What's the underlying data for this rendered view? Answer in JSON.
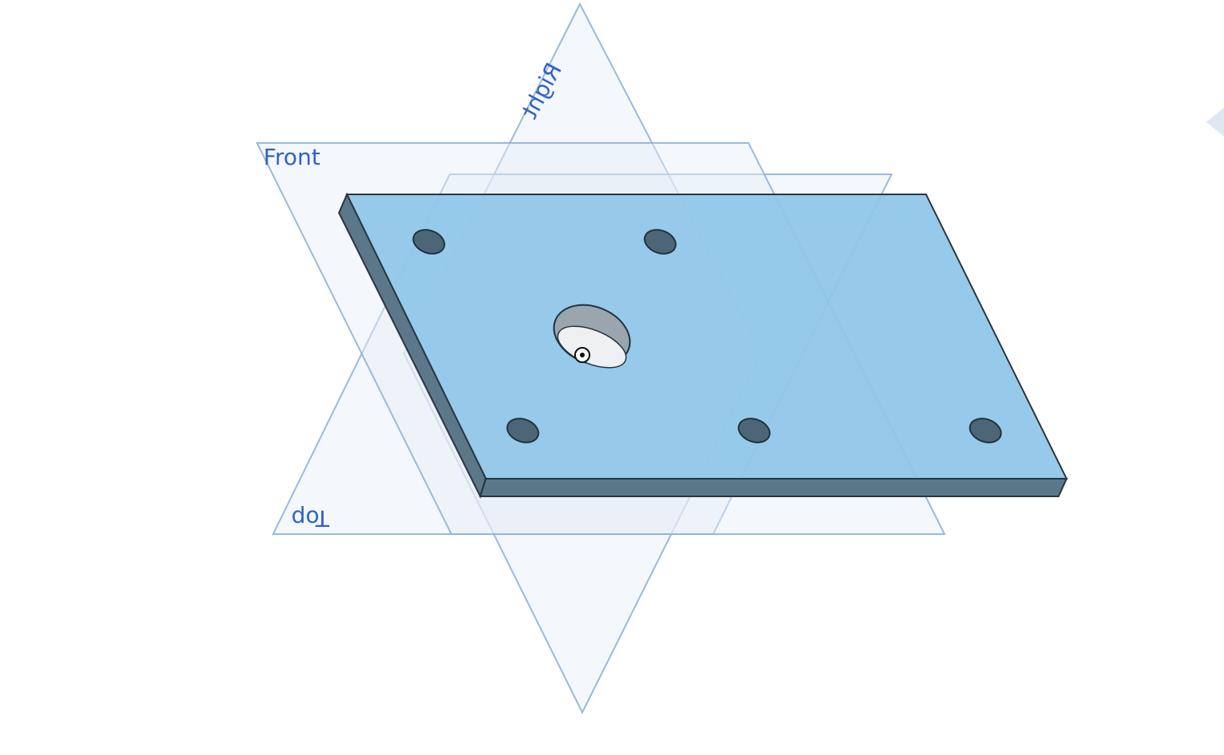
{
  "viewport": {
    "planes": [
      {
        "id": "front",
        "label": "Front"
      },
      {
        "id": "top",
        "label": "Top"
      },
      {
        "id": "right",
        "label": "Right"
      }
    ],
    "part": {
      "mounting_holes": 5,
      "counterbore_holes": 1
    },
    "colors": {
      "plate_face": "#8fc6e8",
      "plate_edge": "#5a7889",
      "plane_label": "#2f63c4",
      "plane_outline": "#8fb3d9"
    },
    "icons": [
      "origin-point-icon",
      "view-cube-arrow-icon"
    ]
  }
}
